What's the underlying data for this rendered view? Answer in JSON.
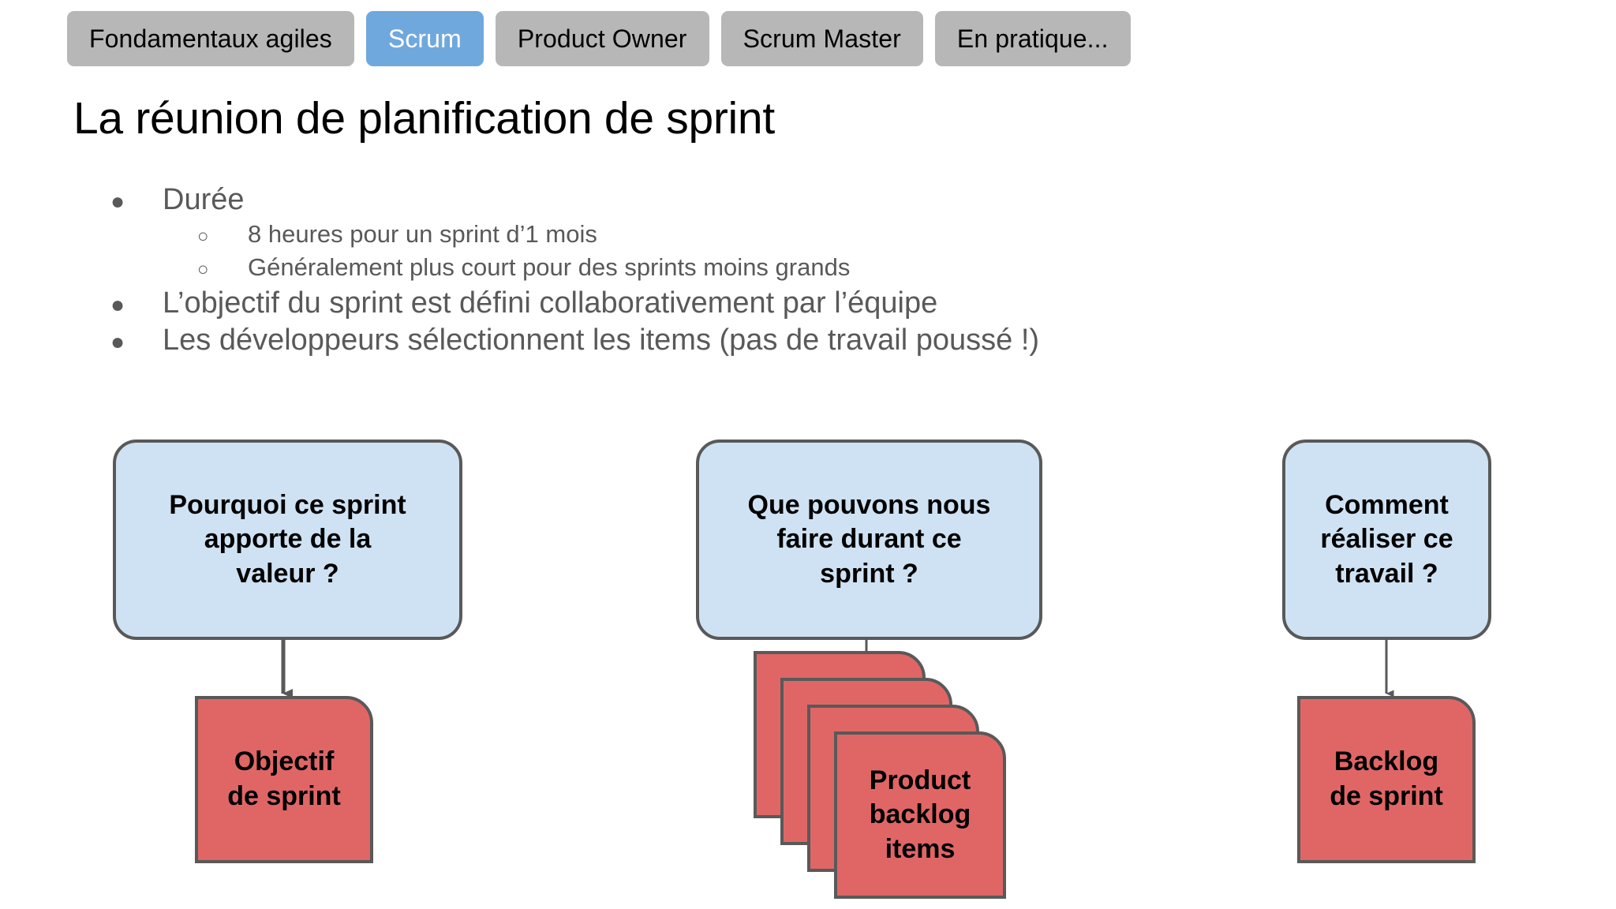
{
  "tabs": [
    {
      "label": "Fondamentaux agiles",
      "active": false
    },
    {
      "label": "Scrum",
      "active": true
    },
    {
      "label": "Product Owner",
      "active": false
    },
    {
      "label": "Scrum Master",
      "active": false
    },
    {
      "label": "En pratique...",
      "active": false
    }
  ],
  "title": "La réunion de planification de sprint",
  "bullets": [
    {
      "level": 1,
      "marker": "●",
      "text": "Durée"
    },
    {
      "level": 2,
      "marker": "○",
      "text": "8 heures pour un sprint d’1 mois"
    },
    {
      "level": 2,
      "marker": "○",
      "text": "Généralement plus court pour des sprints moins grands"
    },
    {
      "level": 1,
      "marker": "●",
      "text": "L’objectif du sprint est défini collaborativement par l’équipe"
    },
    {
      "level": 1,
      "marker": "●",
      "text": "Les développeurs sélectionnent les items (pas de travail poussé !)"
    }
  ],
  "diagram": {
    "questions": [
      {
        "id": "why",
        "text": "Pourquoi ce sprint\napporte de la\nvaleur ?"
      },
      {
        "id": "what",
        "text": "Que pouvons nous\nfaire durant ce\nsprint  ?"
      },
      {
        "id": "how",
        "text": "Comment\nréaliser ce\ntravail ?"
      }
    ],
    "outputs": [
      {
        "id": "goal",
        "text": "Objectif\nde sprint",
        "stacked": false
      },
      {
        "id": "pbi",
        "text": "Product\nbacklog\nitems",
        "stacked": true,
        "stack_count": 4
      },
      {
        "id": "backlog",
        "text": "Backlog\nde sprint",
        "stacked": false
      }
    ]
  },
  "colors": {
    "tab_inactive": "#b7b7b7",
    "tab_active": "#6fa8dc",
    "tab_active_text": "#ffffff",
    "question_box_fill": "#cfe2f3",
    "output_card_fill": "#e06666",
    "shape_border": "#595959",
    "bullet_text": "#595959",
    "title_text": "#000000",
    "background": "#ffffff"
  }
}
